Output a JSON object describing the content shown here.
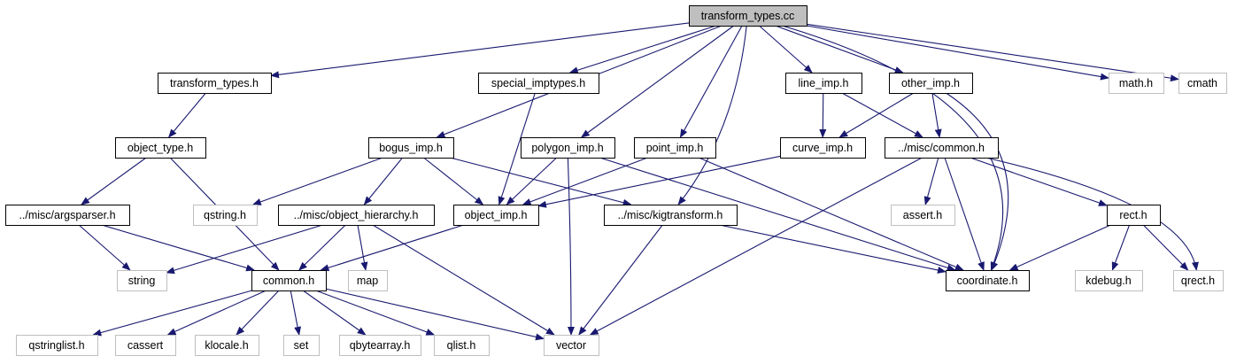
{
  "diagram": {
    "title": "",
    "colors": {
      "edge": "#191970",
      "root_fill": "#bfbfbf",
      "documented_border": "#000000",
      "external_border": "#bfbfbf",
      "external_text": "#404040"
    },
    "nodes": [
      {
        "id": "transform_types_cc",
        "label": "transform_types.cc",
        "kind": "root"
      },
      {
        "id": "transform_types_h",
        "label": "transform_types.h",
        "kind": "documented"
      },
      {
        "id": "special_imptypes_h",
        "label": "special_imptypes.h",
        "kind": "documented"
      },
      {
        "id": "line_imp_h",
        "label": "line_imp.h",
        "kind": "documented"
      },
      {
        "id": "other_imp_h",
        "label": "other_imp.h",
        "kind": "documented"
      },
      {
        "id": "math_h",
        "label": "math.h",
        "kind": "external"
      },
      {
        "id": "cmath",
        "label": "cmath",
        "kind": "external"
      },
      {
        "id": "object_type_h",
        "label": "object_type.h",
        "kind": "documented"
      },
      {
        "id": "bogus_imp_h",
        "label": "bogus_imp.h",
        "kind": "documented"
      },
      {
        "id": "polygon_imp_h",
        "label": "polygon_imp.h",
        "kind": "documented"
      },
      {
        "id": "point_imp_h",
        "label": "point_imp.h",
        "kind": "documented"
      },
      {
        "id": "curve_imp_h",
        "label": "curve_imp.h",
        "kind": "documented"
      },
      {
        "id": "misc_common_h",
        "label": "../misc/common.h",
        "kind": "documented"
      },
      {
        "id": "misc_argsparser_h",
        "label": "../misc/argsparser.h",
        "kind": "documented"
      },
      {
        "id": "qstring_h",
        "label": "qstring.h",
        "kind": "external"
      },
      {
        "id": "misc_object_hierarchy_h",
        "label": "../misc/object_hierarchy.h",
        "kind": "documented"
      },
      {
        "id": "object_imp_h",
        "label": "object_imp.h",
        "kind": "documented"
      },
      {
        "id": "misc_kigtransform_h",
        "label": "../misc/kigtransform.h",
        "kind": "documented"
      },
      {
        "id": "assert_h",
        "label": "assert.h",
        "kind": "external"
      },
      {
        "id": "rect_h",
        "label": "rect.h",
        "kind": "documented"
      },
      {
        "id": "string",
        "label": "string",
        "kind": "external"
      },
      {
        "id": "common_h",
        "label": "common.h",
        "kind": "documented"
      },
      {
        "id": "map",
        "label": "map",
        "kind": "external"
      },
      {
        "id": "coordinate_h",
        "label": "coordinate.h",
        "kind": "documented"
      },
      {
        "id": "kdebug_h",
        "label": "kdebug.h",
        "kind": "external"
      },
      {
        "id": "qrect_h",
        "label": "qrect.h",
        "kind": "external"
      },
      {
        "id": "qstringlist_h",
        "label": "qstringlist.h",
        "kind": "external"
      },
      {
        "id": "cassert",
        "label": "cassert",
        "kind": "external"
      },
      {
        "id": "klocale_h",
        "label": "klocale.h",
        "kind": "external"
      },
      {
        "id": "set",
        "label": "set",
        "kind": "external"
      },
      {
        "id": "qbytearray_h",
        "label": "qbytearray.h",
        "kind": "external"
      },
      {
        "id": "qlist_h",
        "label": "qlist.h",
        "kind": "external"
      },
      {
        "id": "vector",
        "label": "vector",
        "kind": "external"
      }
    ],
    "edges": [
      [
        "transform_types_cc",
        "transform_types_h"
      ],
      [
        "transform_types_cc",
        "special_imptypes_h"
      ],
      [
        "transform_types_cc",
        "line_imp_h"
      ],
      [
        "transform_types_cc",
        "other_imp_h"
      ],
      [
        "transform_types_cc",
        "math_h"
      ],
      [
        "transform_types_cc",
        "cmath"
      ],
      [
        "transform_types_cc",
        "bogus_imp_h"
      ],
      [
        "transform_types_cc",
        "polygon_imp_h"
      ],
      [
        "transform_types_cc",
        "point_imp_h"
      ],
      [
        "transform_types_cc",
        "misc_kigtransform_h"
      ],
      [
        "transform_types_cc",
        "coordinate_h"
      ],
      [
        "transform_types_h",
        "object_type_h"
      ],
      [
        "special_imptypes_h",
        "object_imp_h"
      ],
      [
        "line_imp_h",
        "curve_imp_h"
      ],
      [
        "line_imp_h",
        "misc_common_h"
      ],
      [
        "other_imp_h",
        "curve_imp_h"
      ],
      [
        "other_imp_h",
        "misc_common_h"
      ],
      [
        "other_imp_h",
        "coordinate_h"
      ],
      [
        "object_type_h",
        "misc_argsparser_h"
      ],
      [
        "object_type_h",
        "common_h"
      ],
      [
        "bogus_imp_h",
        "qstring_h"
      ],
      [
        "bogus_imp_h",
        "misc_object_hierarchy_h"
      ],
      [
        "bogus_imp_h",
        "object_imp_h"
      ],
      [
        "bogus_imp_h",
        "misc_kigtransform_h"
      ],
      [
        "polygon_imp_h",
        "object_imp_h"
      ],
      [
        "polygon_imp_h",
        "vector"
      ],
      [
        "polygon_imp_h",
        "coordinate_h"
      ],
      [
        "point_imp_h",
        "object_imp_h"
      ],
      [
        "point_imp_h",
        "coordinate_h"
      ],
      [
        "curve_imp_h",
        "object_imp_h"
      ],
      [
        "misc_common_h",
        "vector"
      ],
      [
        "misc_common_h",
        "assert_h"
      ],
      [
        "misc_common_h",
        "coordinate_h"
      ],
      [
        "misc_common_h",
        "rect_h"
      ],
      [
        "misc_common_h",
        "qrect_h"
      ],
      [
        "misc_argsparser_h",
        "string"
      ],
      [
        "misc_argsparser_h",
        "common_h"
      ],
      [
        "misc_object_hierarchy_h",
        "string"
      ],
      [
        "misc_object_hierarchy_h",
        "common_h"
      ],
      [
        "misc_object_hierarchy_h",
        "map"
      ],
      [
        "misc_object_hierarchy_h",
        "vector"
      ],
      [
        "object_imp_h",
        "common_h"
      ],
      [
        "misc_kigtransform_h",
        "vector"
      ],
      [
        "misc_kigtransform_h",
        "coordinate_h"
      ],
      [
        "rect_h",
        "coordinate_h"
      ],
      [
        "rect_h",
        "kdebug_h"
      ],
      [
        "rect_h",
        "qrect_h"
      ],
      [
        "common_h",
        "qstringlist_h"
      ],
      [
        "common_h",
        "cassert"
      ],
      [
        "common_h",
        "klocale_h"
      ],
      [
        "common_h",
        "set"
      ],
      [
        "common_h",
        "qbytearray_h"
      ],
      [
        "common_h",
        "qlist_h"
      ],
      [
        "common_h",
        "vector"
      ]
    ]
  }
}
